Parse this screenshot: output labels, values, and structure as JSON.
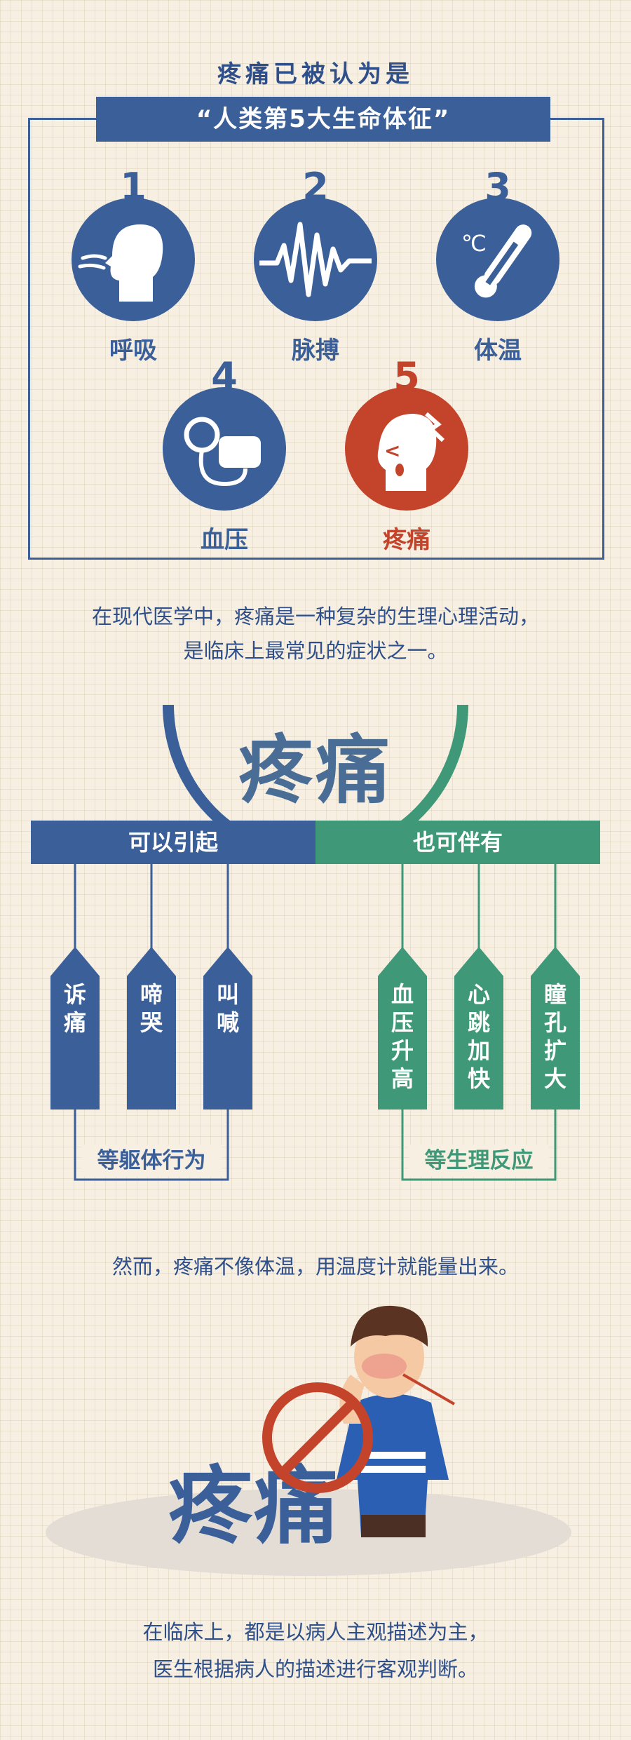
{
  "section1": {
    "title": "疼痛已被认为是",
    "banner": "“人类第5大生命体征”",
    "vitals": [
      {
        "num": "1",
        "label": "呼吸",
        "icon": "breathing-head-icon"
      },
      {
        "num": "2",
        "label": "脉搏",
        "icon": "pulse-wave-icon"
      },
      {
        "num": "3",
        "label": "体温",
        "icon": "thermometer-icon"
      },
      {
        "num": "4",
        "label": "血压",
        "icon": "blood-pressure-cuff-icon"
      },
      {
        "num": "5",
        "label": "疼痛",
        "icon": "pain-head-icon"
      }
    ]
  },
  "section2": {
    "line1": "在现代医学中，疼痛是一种复杂的生理心理活动，",
    "line2": "是临床上最常见的症状之一。"
  },
  "tree": {
    "center_word": "疼痛",
    "left_header": "可以引起",
    "right_header": "也可伴有",
    "left_items": [
      "诉痛",
      "啼哭",
      "叫喊"
    ],
    "right_items": [
      "血压升高",
      "心跳加快",
      "瞳孔扩大"
    ],
    "left_footer": "等躯体行为",
    "right_footer": "等生理反应"
  },
  "section3": {
    "line": "然而，疼痛不像体温，用温度计就能量出来。"
  },
  "bottom": {
    "pain_word": "疼痛",
    "line1": "在临床上，都是以病人主观描述为主，",
    "line2": "医生根据病人的描述进行客观判断。"
  },
  "colors": {
    "blue": "#3a5f99",
    "red": "#c4442b",
    "green": "#3f9878",
    "background": "#f6efe2"
  }
}
